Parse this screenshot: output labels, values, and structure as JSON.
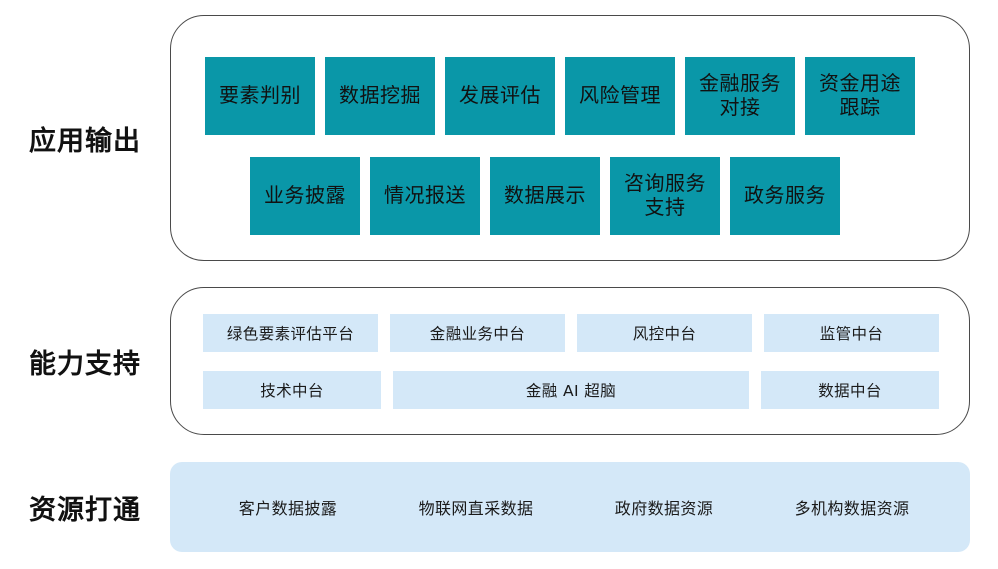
{
  "colors": {
    "teal": "#0a97a8",
    "light_blue": "#d4e8f8",
    "outline": "#4a4a4a",
    "text_dark": "#111111",
    "background": "#ffffff"
  },
  "sections": {
    "output": {
      "label": "应用输出",
      "row1": [
        {
          "label": "要素判别"
        },
        {
          "label": "数据挖掘"
        },
        {
          "label": "发展评估"
        },
        {
          "label": "风险管理"
        },
        {
          "label": "金融服务\n对接"
        },
        {
          "label": "资金用途\n跟踪"
        }
      ],
      "row2": [
        {
          "label": "业务披露"
        },
        {
          "label": "情况报送"
        },
        {
          "label": "数据展示"
        },
        {
          "label": "咨询服务\n支持"
        },
        {
          "label": "政务服务"
        }
      ]
    },
    "support": {
      "label": "能力支持",
      "row1": [
        {
          "label": "绿色要素评估平台"
        },
        {
          "label": "金融业务中台"
        },
        {
          "label": "风控中台"
        },
        {
          "label": "监管中台"
        }
      ],
      "row2": [
        {
          "label": "技术中台"
        },
        {
          "label": "金融 AI 超脑"
        },
        {
          "label": "数据中台"
        }
      ]
    },
    "resource": {
      "label": "资源打通",
      "items": [
        {
          "label": "客户数据披露"
        },
        {
          "label": "物联网直采数据"
        },
        {
          "label": "政府数据资源"
        },
        {
          "label": "多机构数据资源"
        }
      ]
    }
  }
}
